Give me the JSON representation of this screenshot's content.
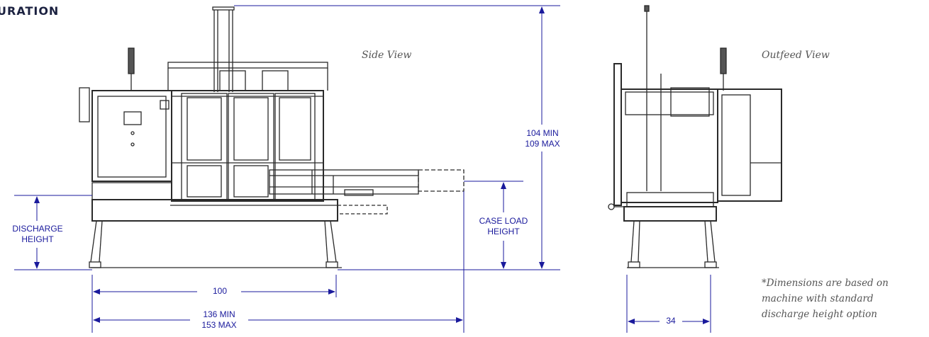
{
  "heading": "URATION",
  "side_view": {
    "title": "Side View",
    "dims": {
      "height_min": "104 MIN",
      "height_max": "109 MAX",
      "discharge_line1": "DISCHARGE",
      "discharge_line2": "HEIGHT",
      "caseload_line1": "CASE LOAD",
      "caseload_line2": "HEIGHT",
      "width": "100",
      "length_min": "136 MIN",
      "length_max": "153 MAX"
    }
  },
  "outfeed_view": {
    "title": "Outfeed View",
    "dims": {
      "width": "34"
    }
  },
  "note": {
    "line1": "*Dimensions are based on",
    "line2": "machine with standard",
    "line3": "discharge height option"
  },
  "colors": {
    "dimension": "#1a1a9c",
    "heading": "#1b2140",
    "drawing": "#2a2a2a"
  }
}
